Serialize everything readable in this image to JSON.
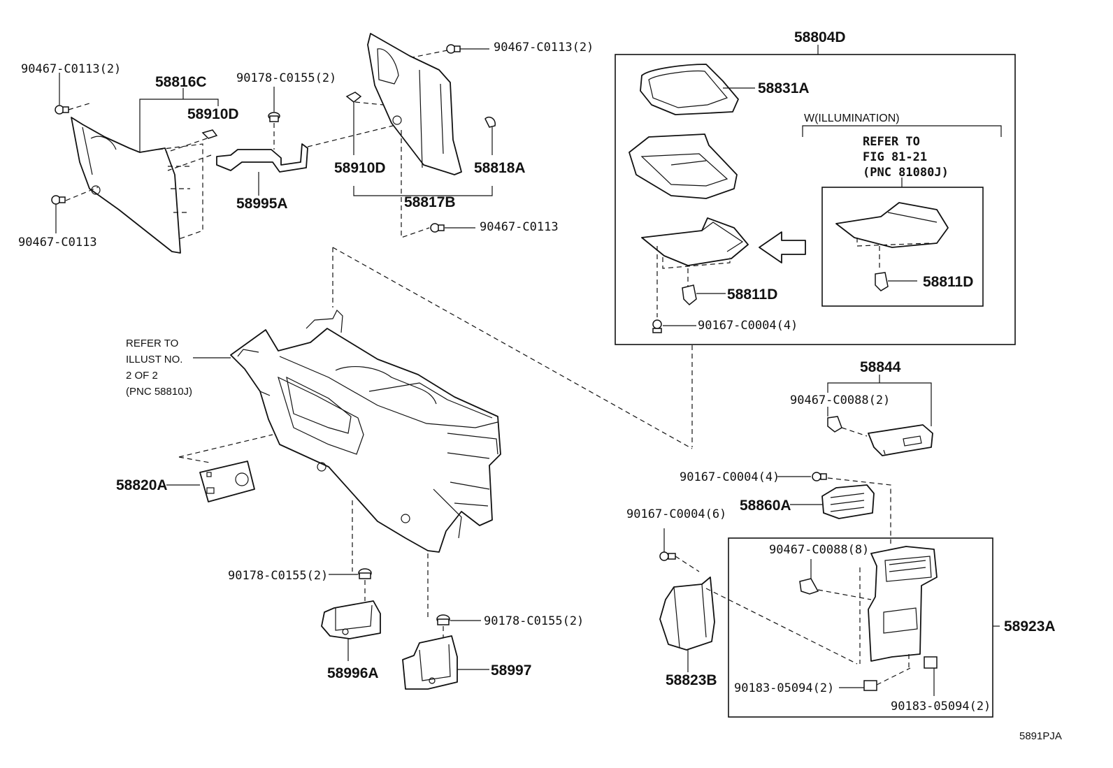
{
  "diagram_code": "5891PJA",
  "labels": {
    "p90467_c0113_2_left": "90467-C0113(2)",
    "p58816c": "58816C",
    "p58910d_left": "58910D",
    "p90178_c0155_2_top": "90178-C0155(2)",
    "p90467_c0113_2_top": "90467-C0113(2)",
    "p58910d_mid": "58910D",
    "p58818a": "58818A",
    "p58817b": "58817B",
    "p90467_c0113_mid": "90467-C0113",
    "p58995a": "58995A",
    "p90467_c0113_left": "90467-C0113",
    "p58804d": "58804D",
    "p58831a": "58831A",
    "illumination": "W(ILLUMINATION)",
    "refer_fig_1": "REFER TO",
    "refer_fig_2": "FIG 81-21",
    "refer_fig_3": "(PNC 81080J)",
    "p58811d_left": "58811D",
    "p58811d_right": "58811D",
    "p90167_c0004_4_box": "90167-C0004(4)",
    "refer_illust_1": "REFER TO",
    "refer_illust_2": "ILLUST NO.",
    "refer_illust_3": "2 OF 2",
    "refer_illust_4": "(PNC 58810J)",
    "p58844": "58844",
    "p90467_c0088_2": "90467-C0088(2)",
    "p58820a": "58820A",
    "p90167_c0004_4": "90167-C0004(4)",
    "p58860a": "58860A",
    "p90167_c0004_6": "90167-C0004(6)",
    "p90467_c0088_8": "90467-C0088(8)",
    "p58923a": "58923A",
    "p90178_c0155_2_low": "90178-C0155(2)",
    "p90178_c0155_2_right": "90178-C0155(2)",
    "p58996a": "58996A",
    "p58997": "58997",
    "p58823b": "58823B",
    "p90183_05094_2_a": "90183-05094(2)",
    "p90183_05094_2_b": "90183-05094(2)"
  }
}
